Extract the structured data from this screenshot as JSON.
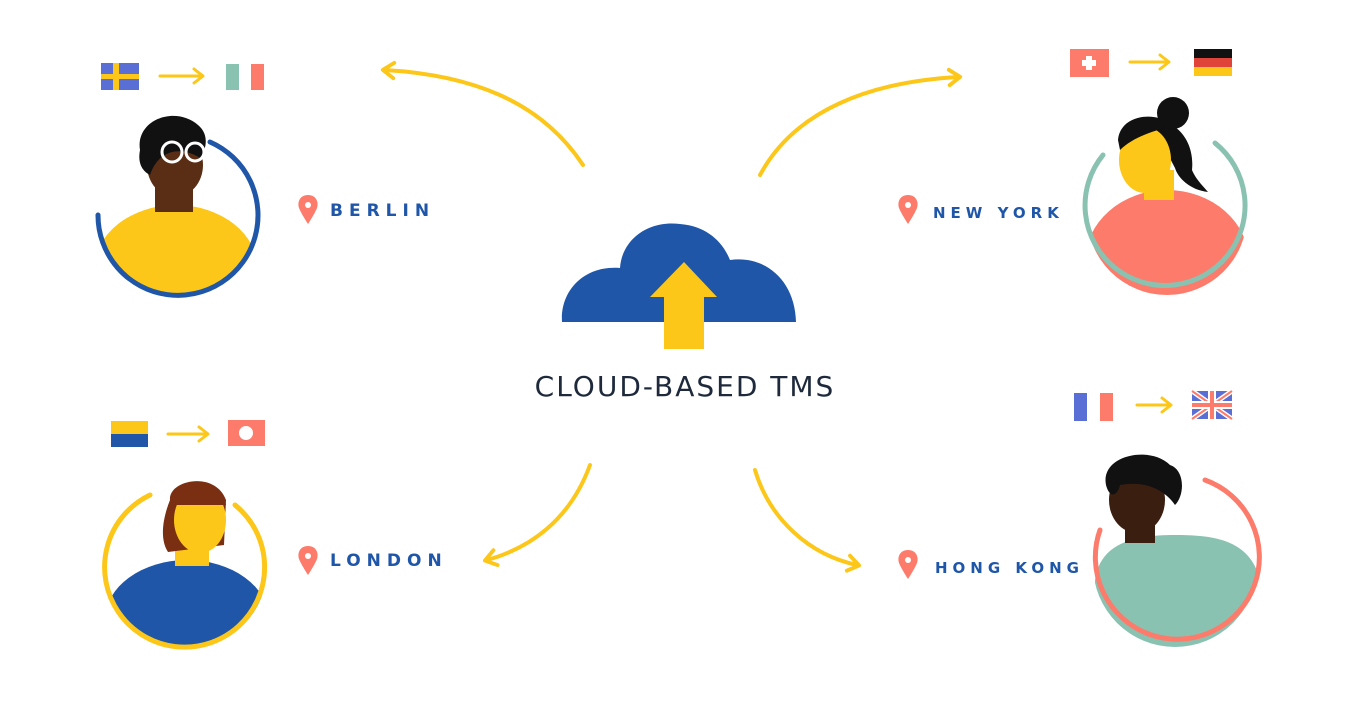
{
  "center": {
    "title": "CLOUD-BASED TMS"
  },
  "users": [
    {
      "city": "BERLIN",
      "from_flag": "sweden",
      "to_flag": "italy",
      "ring_color": "#1f56a8",
      "shirt_color": "#fcc719"
    },
    {
      "city": "NEW YORK",
      "from_flag": "switzerland",
      "to_flag": "germany",
      "ring_color": "#8ac2b2",
      "shirt_color": "#fc7b6b"
    },
    {
      "city": "LONDON",
      "from_flag": "ukraine",
      "to_flag": "japan",
      "ring_color": "#fcc719",
      "shirt_color": "#1f56a8"
    },
    {
      "city": "HONG KONG",
      "from_flag": "france",
      "to_flag": "united-kingdom",
      "ring_color": "#fc7b6b",
      "shirt_color": "#8ac2b2"
    }
  ],
  "colors": {
    "blue": "#1f56a8",
    "yellow": "#fcc719",
    "coral": "#fc7b6b",
    "teal": "#8ac2b2",
    "text": "#1e2a3b"
  },
  "icons": [
    "cloud-upload-icon",
    "location-pin-icon",
    "arrow-right-icon",
    "flag-icon"
  ]
}
